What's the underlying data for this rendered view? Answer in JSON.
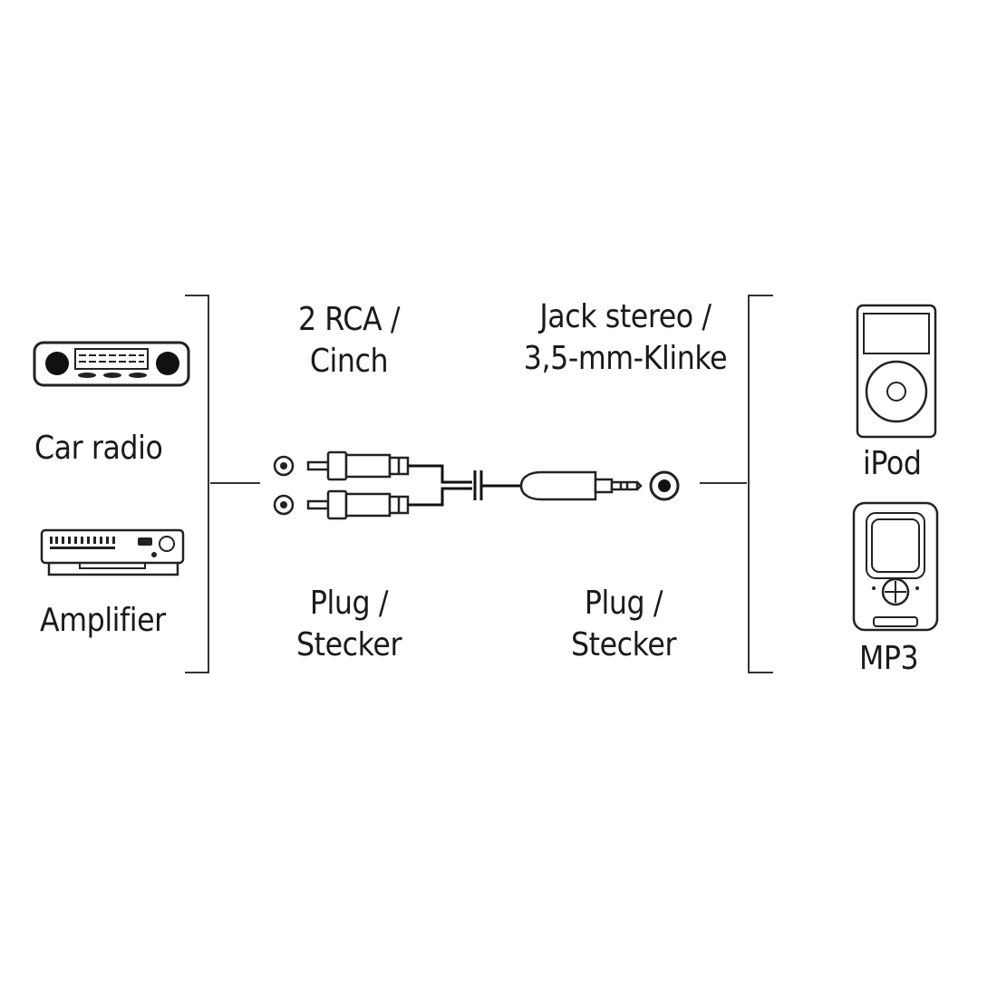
{
  "devices_left": {
    "car_radio_label": "Car radio",
    "amplifier_label": "Amplifier"
  },
  "devices_right": {
    "ipod_label": "iPod",
    "mp3_label": "MP3"
  },
  "connector_left": {
    "line1": "2 RCA /",
    "line2": "Cinch",
    "plug_line1": "Plug /",
    "plug_line2": "Stecker"
  },
  "connector_right": {
    "line1": "Jack stereo /",
    "line2": "3,5-mm-Klinke",
    "plug_line1": "Plug /",
    "plug_line2": "Stecker"
  }
}
